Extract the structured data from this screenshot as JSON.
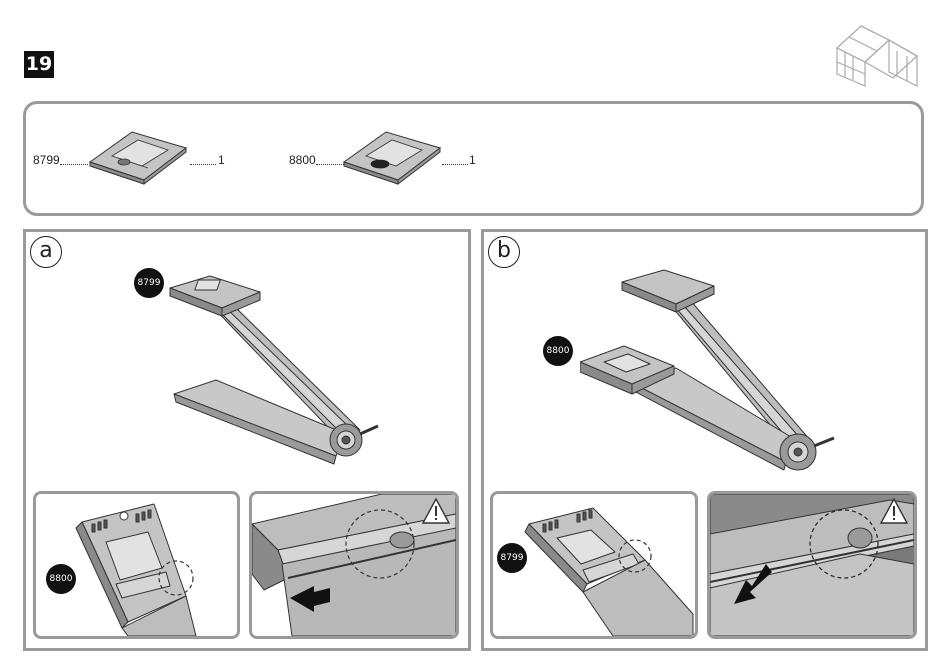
{
  "step": {
    "number": "19"
  },
  "parts": [
    {
      "code": "8799",
      "qty": "1"
    },
    {
      "code": "8800",
      "qty": "1"
    }
  ],
  "panels": {
    "a": {
      "letter": "a",
      "callout_main": "8799",
      "callout_inset": "8800"
    },
    "b": {
      "letter": "b",
      "callout_main": "8800",
      "callout_inset": "8799"
    }
  },
  "icons": [
    "greenhouse-icon",
    "warning-icon",
    "arrow-icon"
  ],
  "colors": {
    "part_fill": "#c4c4c4",
    "part_stroke": "#3a3a3a",
    "frame": "#9a9a9a",
    "badge": "#111111"
  }
}
